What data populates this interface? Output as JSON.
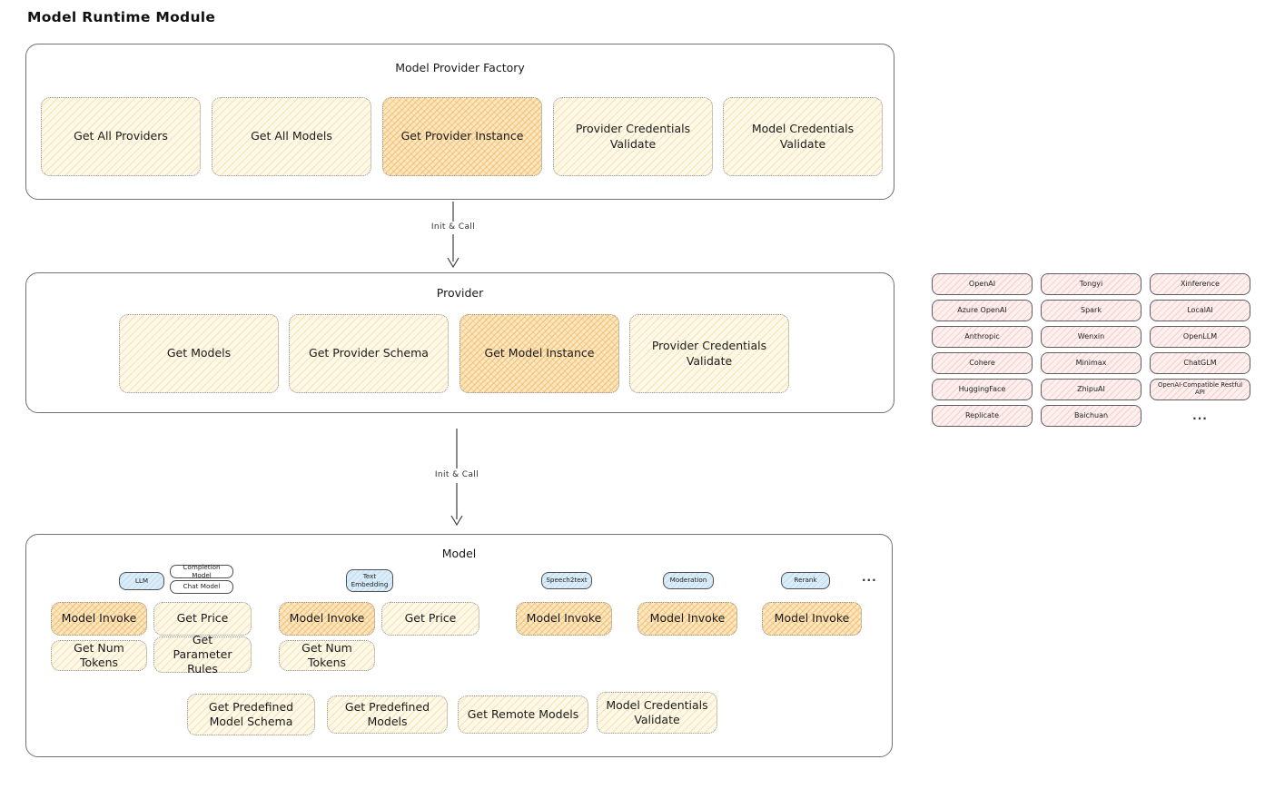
{
  "page_title": "Model Runtime Module",
  "palette": {
    "node_fill": "#fdf8e7",
    "node_highlight_fill": "#fbe7c0",
    "provider_pill_fill": "#fdf0ef",
    "type_tag_fill": "#daedf9",
    "border": "#707070"
  },
  "factory": {
    "title": "Model Provider Factory",
    "buttons": [
      {
        "label": "Get All Providers",
        "highlighted": false
      },
      {
        "label": "Get All Models",
        "highlighted": false
      },
      {
        "label": "Get Provider Instance",
        "highlighted": true
      },
      {
        "label": "Provider Credentials Validate",
        "highlighted": false
      },
      {
        "label": "Model Credentials Validate",
        "highlighted": false
      }
    ]
  },
  "arrows": {
    "factory_to_provider": "Init & Call",
    "provider_to_model": "Init & Call"
  },
  "provider": {
    "title": "Provider",
    "buttons": [
      {
        "label": "Get Models",
        "highlighted": false
      },
      {
        "label": "Get Provider Schema",
        "highlighted": false
      },
      {
        "label": "Get Model Instance",
        "highlighted": true
      },
      {
        "label": "Provider Credentials Validate",
        "highlighted": false
      }
    ]
  },
  "provider_catalog": {
    "items": [
      "OpenAI",
      "Tongyi",
      "Xinference",
      "Azure OpenAI",
      "Spark",
      "LocalAI",
      "Anthropic",
      "Wenxin",
      "OpenLLM",
      "Cohere",
      "Minimax",
      "ChatGLM",
      "HuggingFace",
      "ZhipuAI",
      "OpenAI-Compatible Restful API",
      "Replicate",
      "Baichuan"
    ],
    "more": "..."
  },
  "model": {
    "title": "Model",
    "groups": [
      {
        "tag": "LLM",
        "subtags": [
          "Completion Model",
          "Chat Model"
        ],
        "buttons": [
          {
            "label": "Model Invoke",
            "highlighted": true
          },
          {
            "label": "Get Price",
            "highlighted": false
          },
          {
            "label": "Get Num Tokens",
            "highlighted": false
          },
          {
            "label": "Get Parameter Rules",
            "highlighted": false
          }
        ]
      },
      {
        "tag": "Text Embedding",
        "buttons": [
          {
            "label": "Model Invoke",
            "highlighted": true
          },
          {
            "label": "Get Price",
            "highlighted": false
          },
          {
            "label": "Get Num Tokens",
            "highlighted": false
          }
        ]
      },
      {
        "tag": "Speech2text",
        "buttons": [
          {
            "label": "Model Invoke",
            "highlighted": true
          }
        ]
      },
      {
        "tag": "Moderation",
        "buttons": [
          {
            "label": "Model Invoke",
            "highlighted": true
          }
        ]
      },
      {
        "tag": "Rerank",
        "buttons": [
          {
            "label": "Model Invoke",
            "highlighted": true
          }
        ]
      }
    ],
    "more": "...",
    "common_buttons": [
      {
        "label": "Get Predefined Model Schema",
        "highlighted": false
      },
      {
        "label": "Get Predefined Models",
        "highlighted": false
      },
      {
        "label": "Get Remote Models",
        "highlighted": false
      },
      {
        "label": "Model Credentials Validate",
        "highlighted": false
      }
    ]
  }
}
